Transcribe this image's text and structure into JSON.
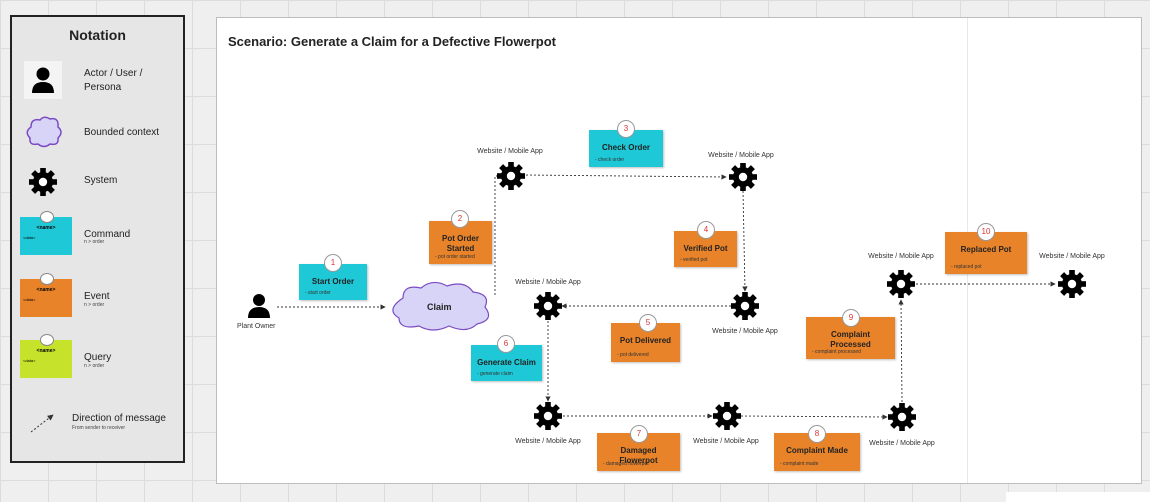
{
  "legend": {
    "title": "Notation",
    "actor_label": "Actor / User / Persona",
    "bounded_label": "Bounded context",
    "system_label": "System",
    "command_label": "Command",
    "command_sub": "n > order",
    "event_label": "Event",
    "event_sub": "n > order",
    "query_label": "Query",
    "query_sub": "n > order",
    "direction_label": "Direction of message",
    "direction_sub": "From sender to receiver",
    "card_name": "<name>",
    "card_lines": "<data>"
  },
  "diagram": {
    "title": "Scenario: Generate a Claim for a Defective Flowerpot",
    "actor": "Plant Owner",
    "claim": "Claim",
    "system_label": "Website / Mobile App",
    "steps": [
      {
        "num": "1",
        "title": "Start Order",
        "sub": "- start order"
      },
      {
        "num": "2",
        "title": "Pot Order Started",
        "sub": "- pot order started"
      },
      {
        "num": "3",
        "title": "Check Order",
        "sub": "- check order"
      },
      {
        "num": "4",
        "title": "Verified Pot",
        "sub": "- verified pot"
      },
      {
        "num": "5",
        "title": "Pot Delivered",
        "sub": "- pot delivered"
      },
      {
        "num": "6",
        "title": "Generate Claim",
        "sub": "- generate claim"
      },
      {
        "num": "7",
        "title": "Damaged Flowerpot",
        "sub": "- damaged flowerpot"
      },
      {
        "num": "8",
        "title": "Complaint Made",
        "sub": "- complaint made"
      },
      {
        "num": "9",
        "title": "Complaint Processed",
        "sub": "- complaint processed"
      },
      {
        "num": "10",
        "title": "Replaced Pot",
        "sub": "- replaced pot"
      }
    ]
  },
  "colors": {
    "command": "#1ec8d6",
    "event": "#e8832a",
    "query": "#c6e22a",
    "bounded": "#d8d4f8",
    "bounded_border": "#7a4bc2"
  }
}
